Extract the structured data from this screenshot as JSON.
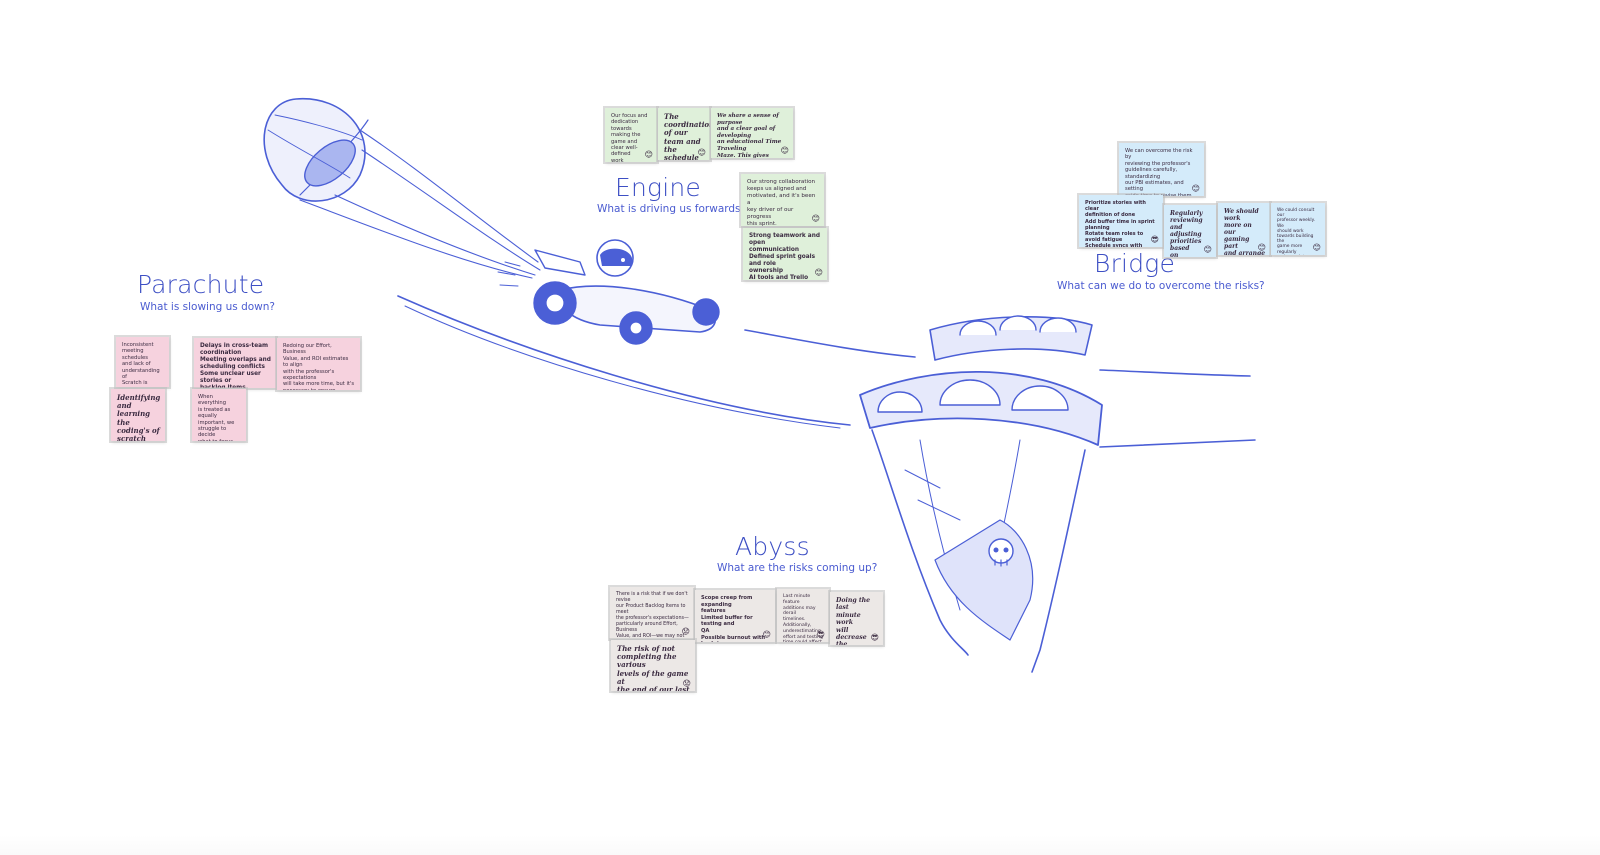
{
  "board": {
    "sections": {
      "parachute": {
        "title": "Parachute",
        "subtitle": "What is slowing us down?"
      },
      "engine": {
        "title": "Engine",
        "subtitle": "What is driving us forwards?"
      },
      "bridge": {
        "title": "Bridge",
        "subtitle": "What can we do to overcome the risks?"
      },
      "abyss": {
        "title": "Abyss",
        "subtitle": "What are the risks coming up?"
      }
    },
    "notes": {
      "parachute": [
        {
          "text": "Inconsistent\nmeeting schedules\nand lack of\nunderstanding of\nScratch is making\nour progress\nslower.",
          "emoji": "",
          "color": "pink"
        },
        {
          "text": "Delays in cross-team\ncoordination\nMeeting overlaps and\nscheduling conflicts\nSome unclear user stories or\nbacklog items",
          "emoji": "",
          "color": "pink"
        },
        {
          "text": "Redoing our Effort, Business\nValue, and ROI estimates to align\nwith the professor's expectations\nwill take more time, but it's\nnecessary to ensure accuracy and\nconsistency.",
          "emoji": "",
          "color": "pink"
        },
        {
          "text": "Identifying\nand learning\nthe coding's of\nscratch took a\nmore time",
          "emoji": "",
          "color": "pink"
        },
        {
          "text": "When everything\nis treated as\nequally\nimportant, we\nstruggle to decide\nwhat to focus on.",
          "emoji": "",
          "color": "pink"
        }
      ],
      "engine": [
        {
          "text": "Our focus and\ndedication towards\nmaking the game and\nclear well-defined\nwork distribution\nhelps keep clarity\nwithin the team.",
          "emoji": "😊",
          "color": "green"
        },
        {
          "text": "The coordination\nof our team and\nthe schedule we\nmade helps us\nkeep moving\nforward.",
          "emoji": "😊",
          "color": "green"
        },
        {
          "text": "We share a sense of purpose\nand a clear goal of developing\nan educational Time Traveling\nMaze. This gives members\ndirection, motivation, and a\nreason to engage fully in our\nwork.",
          "emoji": "😊",
          "color": "green"
        },
        {
          "text": "Our strong collaboration\nkeeps us aligned and\nmotivated, and it's been a\nkey driver of our progress\nthis sprint.",
          "emoji": "😊",
          "color": "green"
        },
        {
          "text": "Strong teamwork and open\ncommunication\nDefined sprint goals and role\nownership\nAI tools and Trello board\nimproving task clarity",
          "emoji": "😊",
          "color": "green"
        }
      ],
      "bridge": [
        {
          "text": "We can overcome the risk by\nreviewing the professor's\nguidelines carefully, standardizing\nour PBI estimates, and setting\naside time to revise them as a\nteam.",
          "emoji": "😊",
          "color": "blue"
        },
        {
          "text": "Prioritize stories with clear\ndefinition of done\nAdd buffer time in sprint planning\nRotate team roles to avoid fatigue\nSchedule syncs with external\nstakeholders in advance",
          "emoji": "😎",
          "color": "blue"
        },
        {
          "text": "Regularly\nreviewing and\nadjusting\npriorities based\non feedback.",
          "emoji": "😊",
          "color": "blue"
        },
        {
          "text": "We should work\nmore on our\ngaming part\nand arrange a\ndaily one hour\nmeeting.",
          "emoji": "😊",
          "color": "blue"
        },
        {
          "text": "We could consult our\nprofessor weekly. We\nshould work\ntowards building the\ngame more regularly\nand complete testing in\nfavour of any\ndefaults we are worried\nstill in advance.",
          "emoji": "😊",
          "color": "blue"
        }
      ],
      "abyss": [
        {
          "text": "There is a risk that if we don't revise\nour Product Backlog Items to meet\nthe professor's expectations—\nparticularly around Effort, Business\nValue, and ROI—we may not achieve\nthe grades we're aiming for.",
          "emoji": "😟",
          "color": "grey"
        },
        {
          "text": "Scope creep from expanding\nfeatures\nLimited buffer for testing and\nQA\nPossible burnout with back-to-\nback sprints",
          "emoji": "😊",
          "color": "grey"
        },
        {
          "text": "Last minute feature\nadditions may derail\ntimelines.\nAdditionally,\nunderestimating\neffort and testing\ntime could affect\nfinal quality.",
          "emoji": "😎",
          "color": "grey"
        },
        {
          "text": "Doing the last\nminute work\nwill decrease\nthe efficiency\nof the work.",
          "emoji": "😎",
          "color": "grey"
        },
        {
          "text": "The risk of not\ncompleting the various\nlevels of the game at\nthe end of our last\nsprint.",
          "emoji": "😟",
          "color": "grey"
        }
      ]
    },
    "colors": {
      "accent": "#3d4fc4",
      "line": "#4b5fd6",
      "fill": "#cdd4f7",
      "pink": "#f6d2de",
      "green": "#dff0da",
      "blue": "#d4ebfa",
      "grey": "#ece8e6"
    },
    "illustrations": [
      "parachute-icon",
      "race-car-icon",
      "bridge-cliff-icon",
      "skull-icon"
    ]
  }
}
